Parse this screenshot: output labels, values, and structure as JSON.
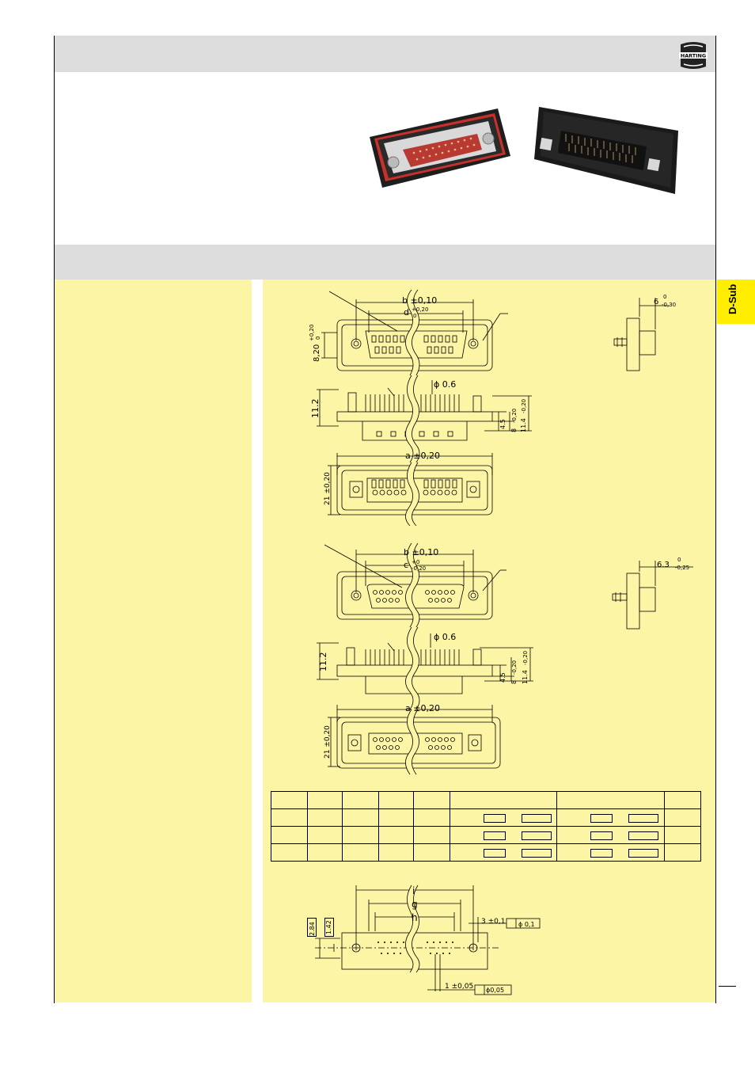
{
  "brand": {
    "logo_text": "HARTING"
  },
  "side_tab": {
    "label": "D-Sub"
  },
  "drawing_top": {
    "dim_b": "b ±0,10",
    "dim_d": "d",
    "dim_d_tol_plus": "+0,20",
    "dim_d_tol_minus": "0",
    "dim_8_20": "8,20",
    "dim_8_20_tol_plus": "+0,20",
    "dim_8_20_tol_minus": "0",
    "dim_phi": "ϕ 0.6",
    "dim_11_2": "11.2",
    "dim_6": "6",
    "dim_6_tol_plus": "0",
    "dim_6_tol_minus": "-0,30",
    "dim_a": "a ±0,20",
    "dim_21": "21 ±0,20",
    "dim_4_5": "4.5",
    "dim_8": "8",
    "dim_tol_020": "-0,20",
    "dim_11_4": "11.4",
    "dim_tol_020b": "-0,20"
  },
  "drawing_bottom": {
    "dim_b": "b ±0,10",
    "dim_c": "c",
    "dim_c_tol_plus": "+0",
    "dim_c_tol_minus": "-0,20",
    "dim_phi": "ϕ 0.6",
    "dim_11_2": "11.2",
    "dim_6_3": "6.3",
    "dim_6_3_tol_plus": "0",
    "dim_6_3_tol_minus": "-0,25",
    "dim_a": "a ±0,20",
    "dim_21": "21 ±0,20",
    "dim_4_5": "4.5",
    "dim_8": "8",
    "dim_tol_020": "-0,20",
    "dim_11_4": "11.4",
    "dim_tol_020b": "-0,20"
  },
  "cutout": {
    "dim_i": "i",
    "dim_g": "g",
    "dim_h": "h",
    "dim_3": "3 ±0,1",
    "pos_tol_1": "ϕ 0,1",
    "dim_2_84": "2.84",
    "dim_1_42": "1.42",
    "dim_1": "1 ±0,05",
    "pos_tol_2": "ϕ0,05"
  },
  "colors": {
    "header_grey": "#dcdcdc",
    "panel_yellow": "#fdf5a6",
    "tab_yellow": "#ffee00",
    "connector_red": "#c8302c",
    "connector_black": "#1a1a1a"
  }
}
